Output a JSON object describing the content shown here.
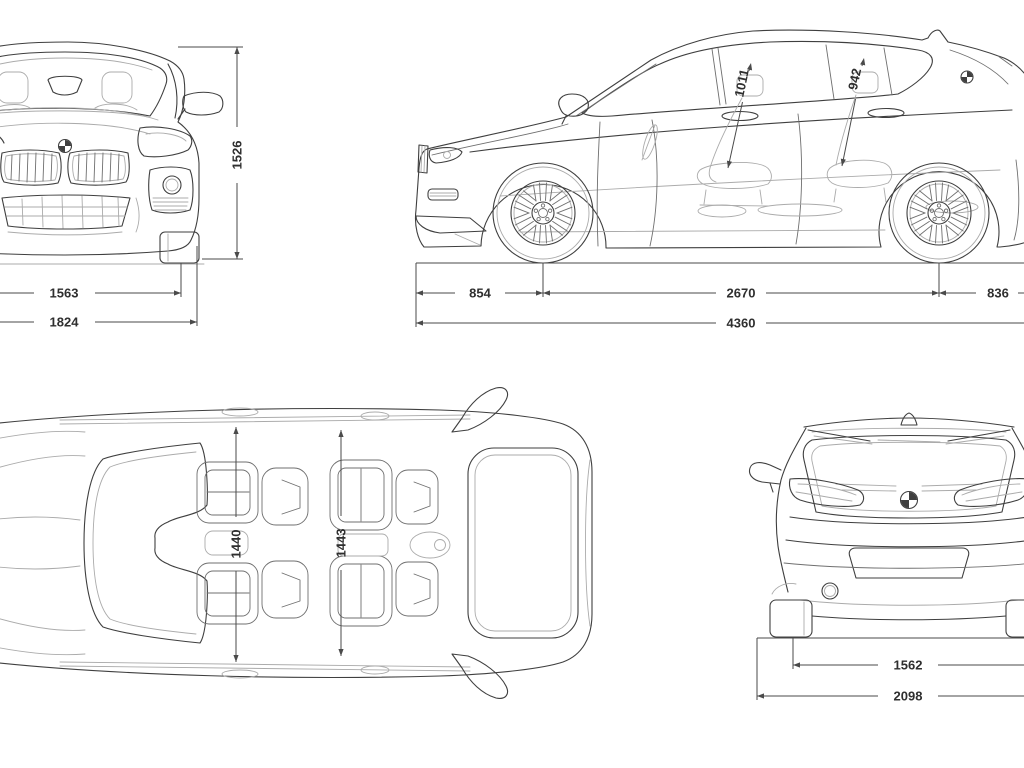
{
  "meta": {
    "background_color": "#ffffff",
    "line_color": "#3f3f3f",
    "light_line_color": "#ababab",
    "dimension_line_color": "#4a4a4a",
    "dimension_text_color": "#2f2f2f",
    "unit": "mm"
  },
  "views": {
    "front": {
      "name": "front-view",
      "height": "1526",
      "track": "1563",
      "width": "1824"
    },
    "side": {
      "name": "side-view",
      "headroom_front": "1011",
      "headroom_rear": "942",
      "overhang_front": "854",
      "wheelbase": "2670",
      "overhang_rear": "836",
      "length": "4360"
    },
    "top": {
      "name": "top-view",
      "cabin_width_front": "1440",
      "cabin_width_rear": "1443"
    },
    "rear": {
      "name": "rear-view",
      "track": "1562",
      "width_mirrors": "2098"
    }
  }
}
